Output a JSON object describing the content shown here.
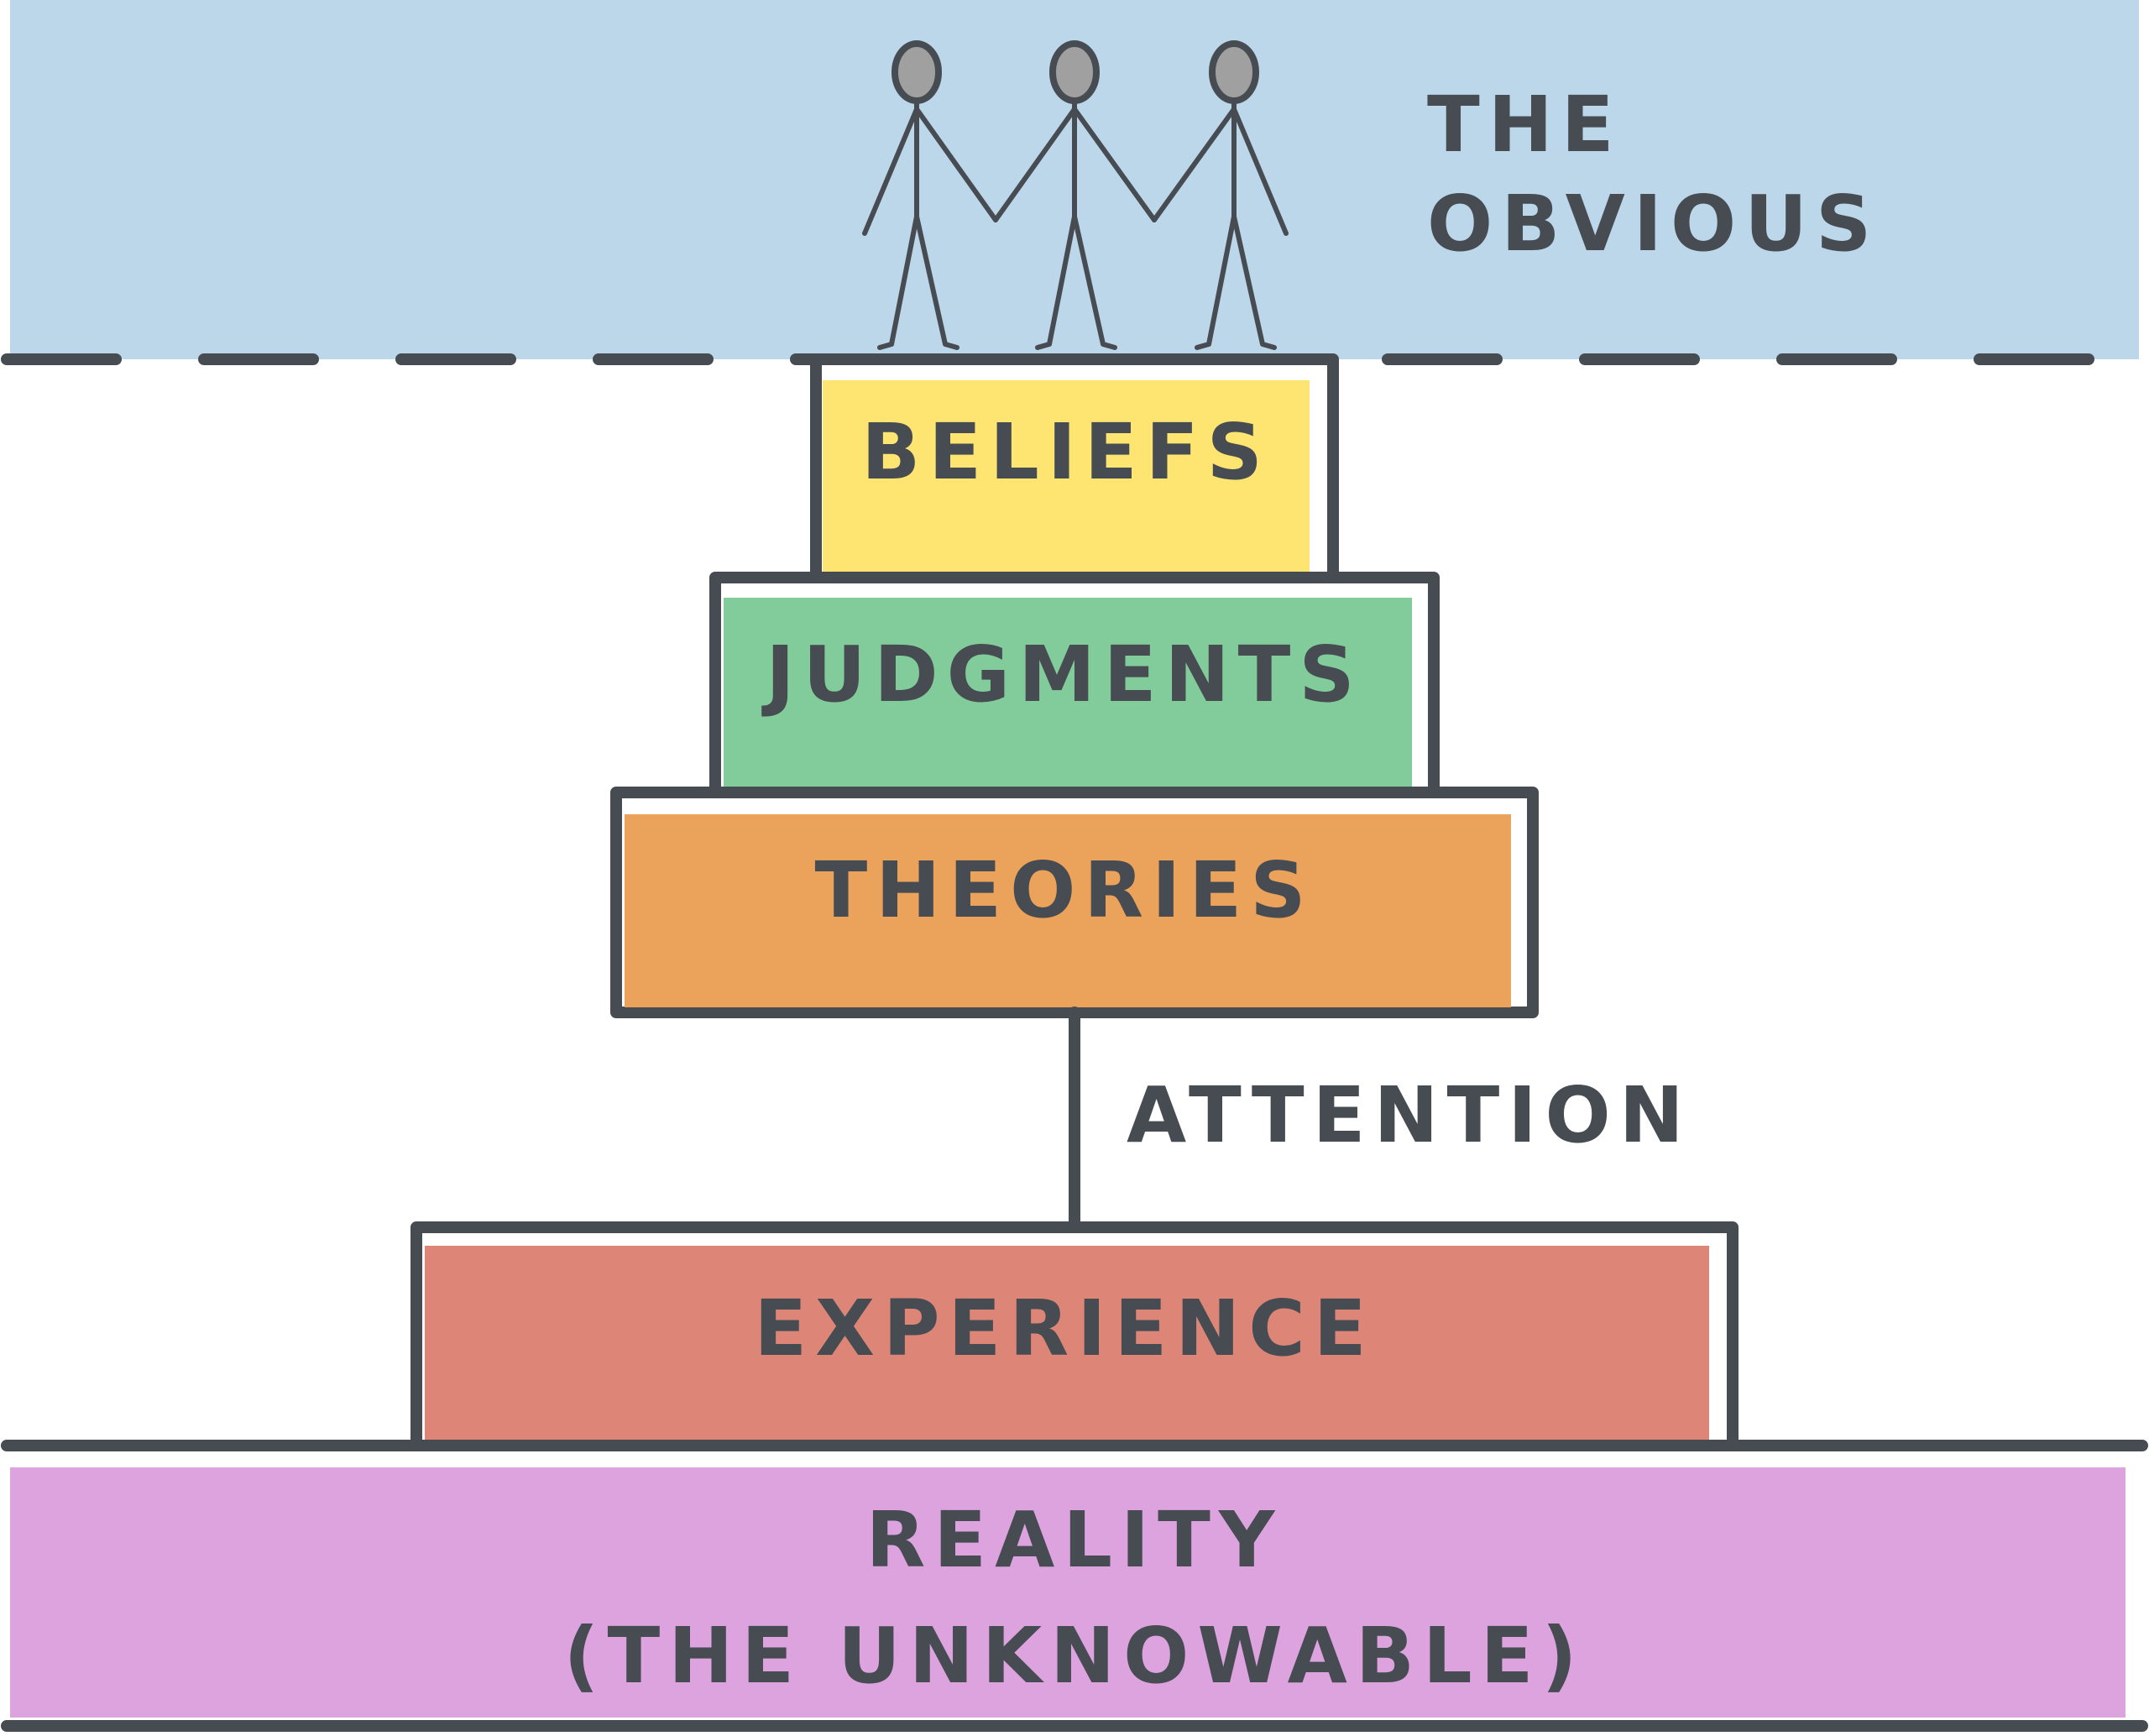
{
  "regions": {
    "obvious": {
      "label": "THE OBVIOUS",
      "color": "#bdd7ea"
    },
    "reality": {
      "line1": "REALITY",
      "line2": "(THE UNKNOWABLE)",
      "color": "#dca3df"
    }
  },
  "tiers": {
    "beliefs": {
      "label": "BELIEFS",
      "color": "#fee572"
    },
    "judgments": {
      "label": "JUDGMENTS",
      "color": "#82cc9b"
    },
    "theories": {
      "label": "THEORIES",
      "color": "#eba35c"
    },
    "experience": {
      "label": "EXPERIENCE",
      "color": "#dd8678"
    }
  },
  "connector": {
    "label": "ATTENTION"
  },
  "line_color": "#474c52",
  "people_count": 3
}
